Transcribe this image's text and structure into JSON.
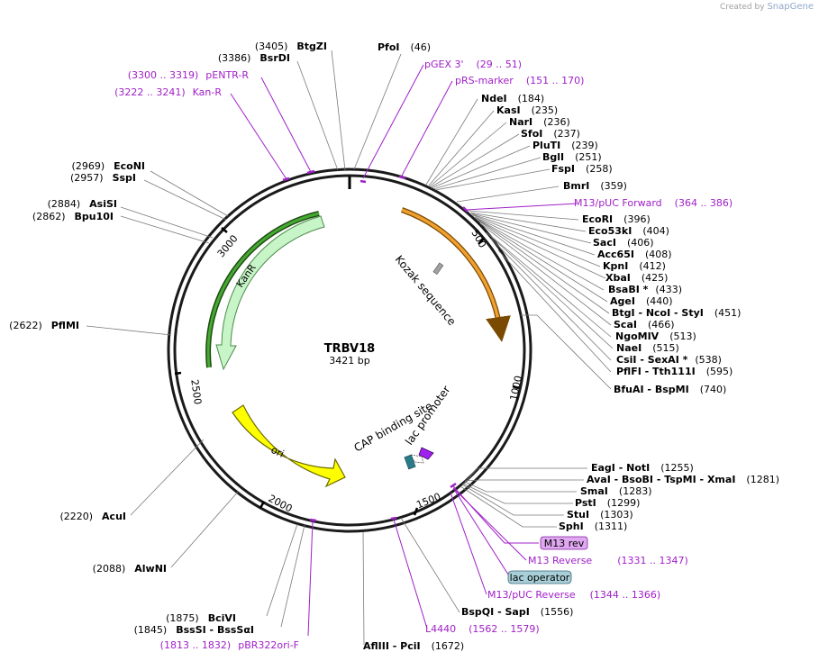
{
  "credit": {
    "prefix": "Created by",
    "brand": "SnapGene"
  },
  "plasmid": {
    "name": "TRBV18",
    "length_label": "3421 bp",
    "length": 3421
  },
  "scale_ticks": [
    {
      "bp": 500,
      "label": "500"
    },
    {
      "bp": 1000,
      "label": "1000"
    },
    {
      "bp": 1500,
      "label": "1500"
    },
    {
      "bp": 2000,
      "label": "2000"
    },
    {
      "bp": 2500,
      "label": "2500"
    },
    {
      "bp": 3000,
      "label": "3000"
    }
  ],
  "arc_features": [
    {
      "name": "Kozak sequence",
      "color": "#f0a030"
    },
    {
      "name": "KanR",
      "color": "#c8f5c8"
    },
    {
      "name": "ori",
      "color": "#ffff00"
    },
    {
      "name": "lac promoter",
      "color": "#a020f0"
    },
    {
      "name": "CAP binding site",
      "color": "#2a7a8a"
    }
  ],
  "inner_labels": {
    "kozak": "Kozak sequence",
    "kanr": "KanR",
    "ori": "ori",
    "lac_promoter": "lac promoter",
    "cap": "CAP binding site"
  },
  "enzymes_right": [
    {
      "name": "PfoI",
      "pos": "(46)"
    },
    {
      "name": "NdeI",
      "pos": "(184)"
    },
    {
      "name": "KasI",
      "pos": "(235)"
    },
    {
      "name": "NarI",
      "pos": "(236)"
    },
    {
      "name": "SfoI",
      "pos": "(237)"
    },
    {
      "name": "PluTI",
      "pos": "(239)"
    },
    {
      "name": "BglI",
      "pos": "(251)"
    },
    {
      "name": "FspI",
      "pos": "(258)"
    },
    {
      "name": "BmrI",
      "pos": "(359)"
    },
    {
      "name": "EcoRI",
      "pos": "(396)"
    },
    {
      "name": "Eco53kI",
      "pos": "(404)"
    },
    {
      "name": "SacI",
      "pos": "(406)"
    },
    {
      "name": "Acc65I",
      "pos": "(408)"
    },
    {
      "name": "KpnI",
      "pos": "(412)"
    },
    {
      "name": "XbaI",
      "pos": "(425)"
    },
    {
      "name": "BsaBI *",
      "pos": "(433)"
    },
    {
      "name": "AgeI",
      "pos": "(440)"
    },
    {
      "name": "BtgI  -  NcoI  -  StyI",
      "pos": "(451)"
    },
    {
      "name": "ScaI",
      "pos": "(466)"
    },
    {
      "name": "NgoMIV",
      "pos": "(513)"
    },
    {
      "name": "NaeI",
      "pos": "(515)"
    },
    {
      "name": "CsiI  -  SexAI *",
      "pos": "(538)"
    },
    {
      "name": "PflFI  -  Tth111I",
      "pos": "(595)"
    },
    {
      "name": "BfuAI  -  BspMI",
      "pos": "(740)"
    },
    {
      "name": "EagI  -  NotI",
      "pos": "(1255)"
    },
    {
      "name": "AvaI  -  BsoBI  -  TspMI  -  XmaI",
      "pos": "(1281)"
    },
    {
      "name": "SmaI",
      "pos": "(1283)"
    },
    {
      "name": "PstI",
      "pos": "(1299)"
    },
    {
      "name": "StuI",
      "pos": "(1303)"
    },
    {
      "name": "SphI",
      "pos": "(1311)"
    },
    {
      "name": "BspQI  -  SapI",
      "pos": "(1556)"
    },
    {
      "name": "AflIII  -  PciI",
      "pos": "(1672)"
    }
  ],
  "enzymes_left": [
    {
      "name": "BtgZI",
      "pos": "(3405)"
    },
    {
      "name": "BsrDI",
      "pos": "(3386)"
    },
    {
      "name": "EcoNI",
      "pos": "(2969)"
    },
    {
      "name": "SspI",
      "pos": "(2957)"
    },
    {
      "name": "AsiSI",
      "pos": "(2884)"
    },
    {
      "name": "Bpu10I",
      "pos": "(2862)"
    },
    {
      "name": "PflMI",
      "pos": "(2622)"
    },
    {
      "name": "AcuI",
      "pos": "(2220)"
    },
    {
      "name": "AlwNI",
      "pos": "(2088)"
    },
    {
      "name": "BciVI",
      "pos": "(1875)"
    },
    {
      "name": "BssSI  -  BssSαI",
      "pos": "(1845)"
    }
  ],
  "primers": [
    {
      "name": "pGEX 3'",
      "range": "(29 .. 51)"
    },
    {
      "name": "pRS-marker",
      "range": "(151 .. 170)"
    },
    {
      "name": "M13/pUC Forward",
      "range": "(364 .. 386)"
    },
    {
      "name": "M13 Reverse",
      "range": "(1331 .. 1347)"
    },
    {
      "name": "M13/pUC Reverse",
      "range": "(1344 .. 1366)"
    },
    {
      "name": "L4440",
      "range": "(1562 .. 1579)"
    },
    {
      "name": "pBR322ori-F",
      "range": "(1813 .. 1832)"
    },
    {
      "name": "pENTR-R",
      "range": "(3300 .. 3319)"
    },
    {
      "name": "Kan-R",
      "range": "(3222 .. 3241)"
    }
  ],
  "boxed_labels": [
    {
      "name": "M13 rev",
      "fill": "#e0a8f0",
      "stroke": "#8020a0"
    },
    {
      "name": "lac operator",
      "fill": "#a8cfd8",
      "stroke": "#3a6a78"
    }
  ]
}
